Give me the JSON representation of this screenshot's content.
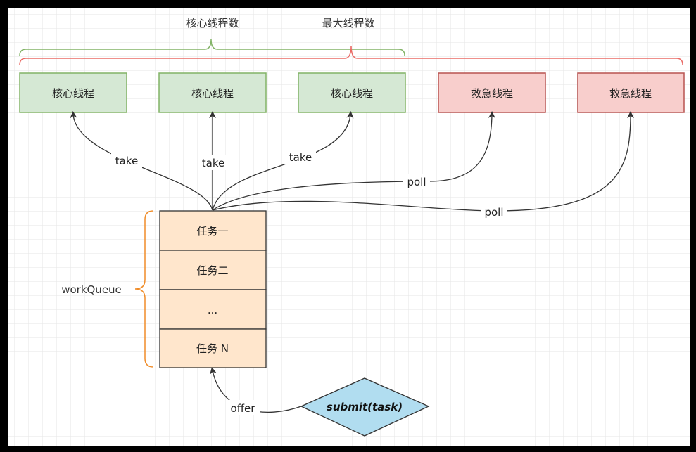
{
  "braces": {
    "core_label": "核心线程数",
    "max_label": "最大线程数",
    "queue_label": "workQueue"
  },
  "threads": [
    {
      "label": "核心线程",
      "kind": "core"
    },
    {
      "label": "核心线程",
      "kind": "core"
    },
    {
      "label": "核心线程",
      "kind": "core"
    },
    {
      "label": "救急线程",
      "kind": "emergency"
    },
    {
      "label": "救急线程",
      "kind": "emergency"
    }
  ],
  "queue": {
    "items": [
      "任务一",
      "任务二",
      "...",
      "任务 N"
    ]
  },
  "edges": {
    "take": "take",
    "poll": "poll",
    "offer": "offer"
  },
  "submit": {
    "label": "submit(task)"
  },
  "colors": {
    "core_fill": "#d5e8d4",
    "core_stroke": "#82b366",
    "core_brace": "#82b366",
    "emergency_fill": "#f8cecc",
    "emergency_stroke": "#b85450",
    "emergency_brace": "#ea6b66",
    "queue_fill": "#ffe6cc",
    "queue_stroke": "#333333",
    "queue_brace": "#f08c28",
    "submit_fill": "#b1ddf0",
    "submit_stroke": "#333333"
  }
}
